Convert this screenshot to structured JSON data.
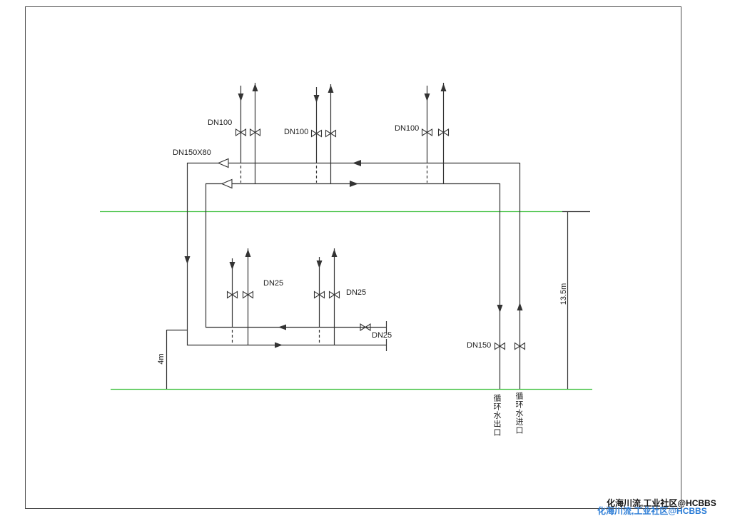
{
  "diagram": {
    "colors": {
      "pipe": "#333333",
      "ground_line": "#45c245",
      "frame": "#4a4a4a",
      "watermark_dark": "#151515",
      "watermark_blue": "#2b7cd6"
    },
    "labels": {
      "branch1_size": "DN100",
      "branch2_size": "DN100",
      "branch3_size": "DN100",
      "reducer_size": "DN150X80",
      "mid_branch1_size": "DN25",
      "mid_branch2_size": "DN25",
      "end_valve_size": "DN25",
      "riser_size": "DN150"
    },
    "dimensions": {
      "left_height": "4m",
      "right_height": "13.5m"
    },
    "ports": {
      "outlet": "循环水出口",
      "inlet": "循环水进口"
    }
  },
  "watermark": {
    "line1": "化海川流,工业社区@HCBBS",
    "line2": "化海川流,工业社区@HCBBS"
  }
}
